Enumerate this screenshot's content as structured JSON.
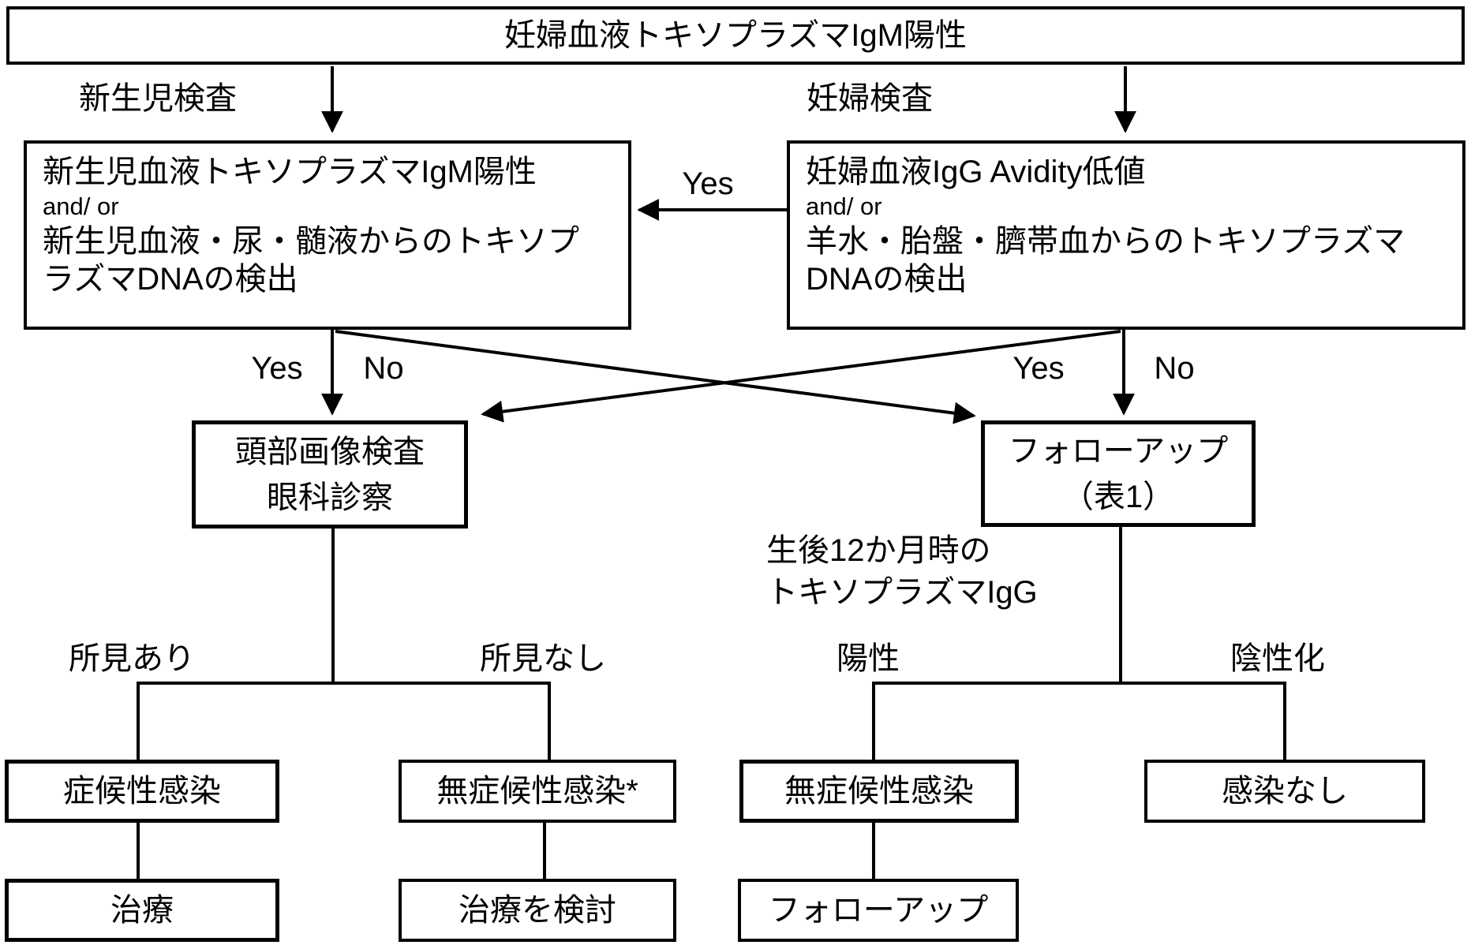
{
  "flowchart": {
    "root": "妊婦血液トキソプラズマIgM陽性",
    "branch_labels": {
      "newborn": "新生児検査",
      "maternal": "妊婦検査"
    },
    "newborn_box": {
      "line1": "新生児血液トキソプラズマIgM陽性",
      "line2": "and/ or",
      "line3": "新生児血液・尿・髄液からのトキソプ",
      "line4": "ラズマDNAの検出"
    },
    "maternal_box": {
      "line1": "妊婦血液IgG Avidity低値",
      "line2": "and/ or",
      "line3": "羊水・胎盤・臍帯血からのトキソプラズマ",
      "line4": "DNAの検出"
    },
    "edge_labels": {
      "cross_yes": "Yes",
      "newborn_yes": "Yes",
      "newborn_no": "No",
      "maternal_yes": "Yes",
      "maternal_no": "No",
      "igg_note_line1": "生後12か月時の",
      "igg_note_line2": "トキソプラズマIgG",
      "findings_present": "所見あり",
      "findings_absent": "所見なし",
      "igg_positive": "陽性",
      "igg_negative": "陰性化"
    },
    "head_imaging_box": {
      "line1": "頭部画像検査",
      "line2": "眼科診察"
    },
    "followup_table_box": {
      "line1": "フォローアップ",
      "line2": "（表1）"
    },
    "outcome_boxes": {
      "symptomatic": "症候性感染",
      "asymptomatic_star": "無症候性感染*",
      "asymptomatic": "無症候性感染",
      "no_infection": "感染なし",
      "treatment": "治療",
      "consider_treatment": "治療を検討",
      "followup": "フォローアップ"
    },
    "colors": {
      "line": "#000000",
      "background": "#ffffff",
      "text": "#000000"
    }
  }
}
